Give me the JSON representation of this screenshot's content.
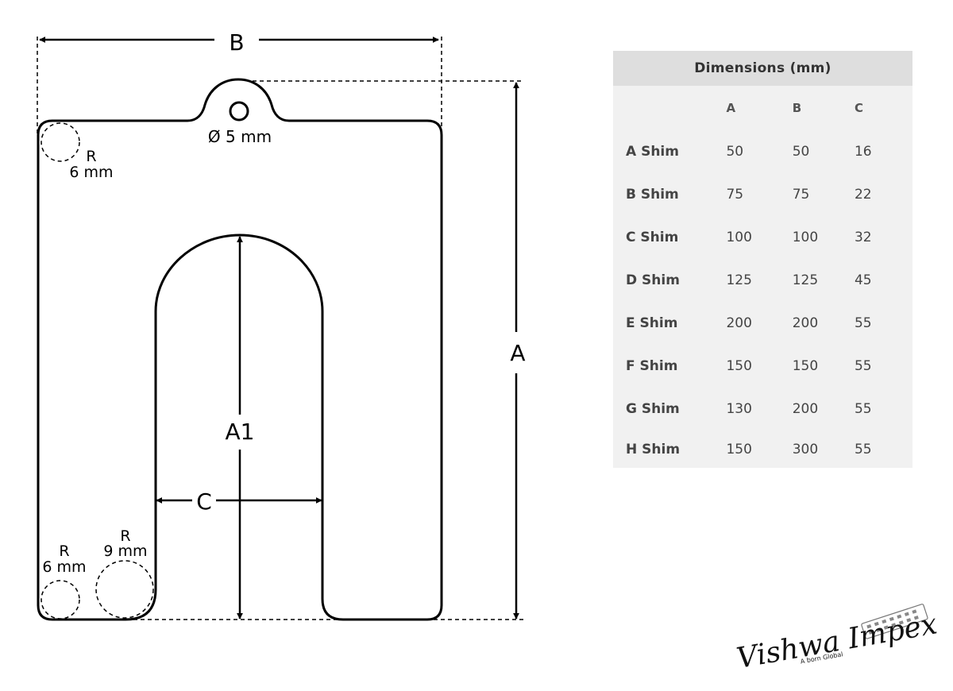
{
  "diagram": {
    "labels": {
      "b": "B",
      "a": "A",
      "a1": "A1",
      "c": "C",
      "hole_diameter": "Ø 5 mm",
      "top_corner_r": "R",
      "top_corner_val": "6 mm",
      "bottom_left_r": "R",
      "bottom_left_val": "6 mm",
      "slot_corner_r": "R",
      "slot_corner_val": "9 mm"
    }
  },
  "table": {
    "title": "Dimensions (mm)",
    "columns": [
      "A",
      "B",
      "C"
    ],
    "rows": [
      {
        "name": "A Shim",
        "a": "50",
        "b": "50",
        "c": "16"
      },
      {
        "name": "B Shim",
        "a": "75",
        "b": "75",
        "c": "22"
      },
      {
        "name": "C Shim",
        "a": "100",
        "b": "100",
        "c": "32"
      },
      {
        "name": "D Shim",
        "a": "125",
        "b": "125",
        "c": "45"
      },
      {
        "name": "E Shim",
        "a": "200",
        "b": "200",
        "c": "55"
      },
      {
        "name": "F Shim",
        "a": "150",
        "b": "150",
        "c": "55"
      },
      {
        "name": "G Shim",
        "a": "130",
        "b": "200",
        "c": "55"
      },
      {
        "name": "H Shim",
        "a": "150",
        "b": "300",
        "c": "55"
      }
    ]
  },
  "logo": {
    "name": "Vishwa Impex",
    "tagline": "A born Global"
  }
}
